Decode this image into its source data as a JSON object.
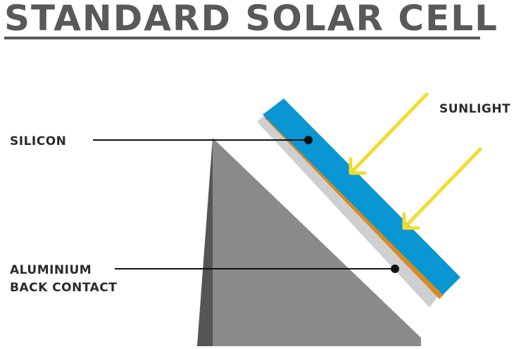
{
  "title": "STANDARD SOLAR CELL",
  "labels": {
    "silicon": "SILICON",
    "sunlight": "SUNLIGHT",
    "aluminium_line1": "ALUMINIUM",
    "aluminium_line2": "BACK CONTACT"
  },
  "colors": {
    "title": "#58595b",
    "silicon_layer": "#0a96d2",
    "junction_layer": "#d98a20",
    "back_contact": "#cfcfd1",
    "stand_face": "#8a8a8a",
    "stand_shadow": "#555555",
    "sun_arrows": "#f2dd2e"
  }
}
